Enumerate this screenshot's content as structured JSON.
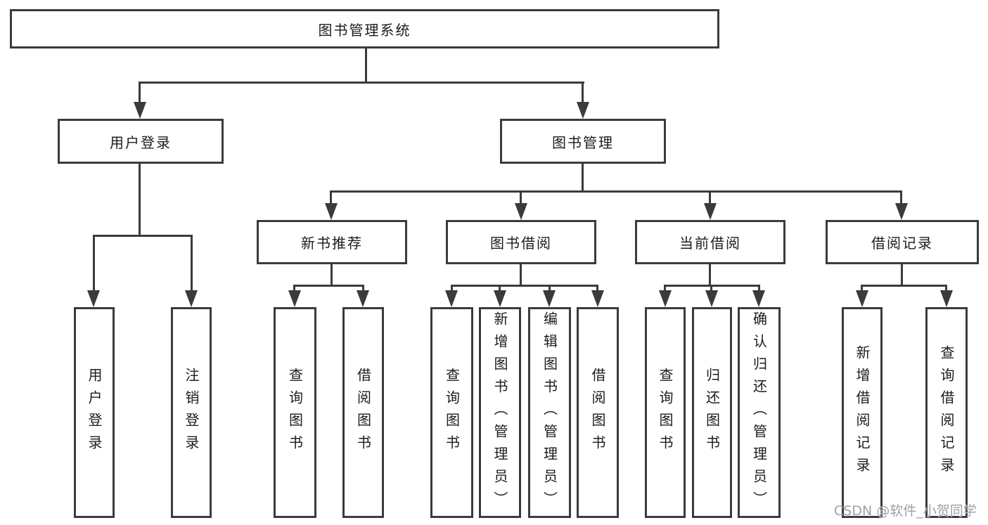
{
  "diagram": {
    "type": "hierarchy-tree",
    "colors": {
      "line": "#3b3b3b",
      "box_border": "#3b3b3b",
      "box_background": "#ffffff",
      "text": "#1c1c1c",
      "watermark": "#a0a0a0"
    }
  },
  "tree": {
    "label": "图书管理系统",
    "children": [
      {
        "label": "用户登录",
        "children": [
          {
            "label": "用户登录"
          },
          {
            "label": "注销登录"
          }
        ]
      },
      {
        "label": "图书管理",
        "children": [
          {
            "label": "新书推荐",
            "children": [
              {
                "label": "查询图书"
              },
              {
                "label": "借阅图书"
              }
            ]
          },
          {
            "label": "图书借阅",
            "children": [
              {
                "label": "查询图书"
              },
              {
                "label": "新增图书（管理员）"
              },
              {
                "label": "编辑图书（管理员）"
              },
              {
                "label": "借阅图书"
              }
            ]
          },
          {
            "label": "当前借阅",
            "children": [
              {
                "label": "查询图书"
              },
              {
                "label": "归还图书"
              },
              {
                "label": "确认归还（管理员）"
              }
            ]
          },
          {
            "label": "借阅记录",
            "children": [
              {
                "label": "新增借阅记录"
              },
              {
                "label": "查询借阅记录"
              }
            ]
          }
        ]
      }
    ]
  },
  "watermark": {
    "text": "CSDN @软件_小贺同学"
  }
}
